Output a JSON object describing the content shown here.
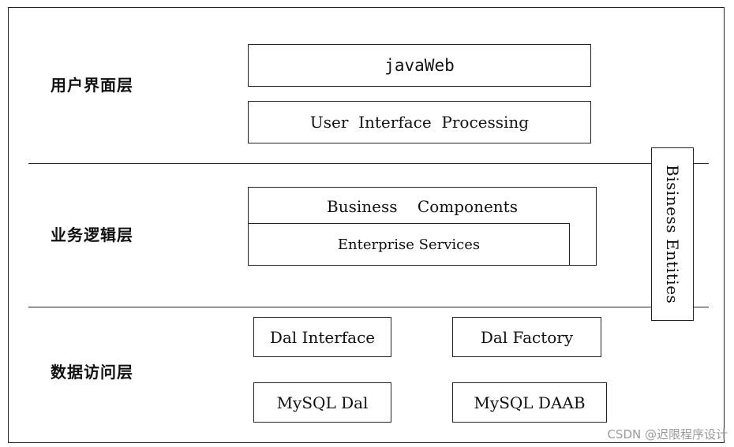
{
  "layers": {
    "ui": "用户界面层",
    "business": "业务逻辑层",
    "data": "数据访问层"
  },
  "ui_layer": {
    "java_web": "javaWeb",
    "ui_processing": "User  Interface  Processing"
  },
  "business_layer": {
    "components": "Business    Components",
    "enterprise_services": "Enterprise Services"
  },
  "data_layer": {
    "dal_interface": "Dal Interface",
    "dal_factory": "Dal Factory",
    "mysql_dal": "MySQL Dal",
    "mysql_daab": "MySQL DAAB"
  },
  "side_box": {
    "entities": "Bisiness Entities"
  },
  "watermark": "CSDN @迟限程序设计"
}
